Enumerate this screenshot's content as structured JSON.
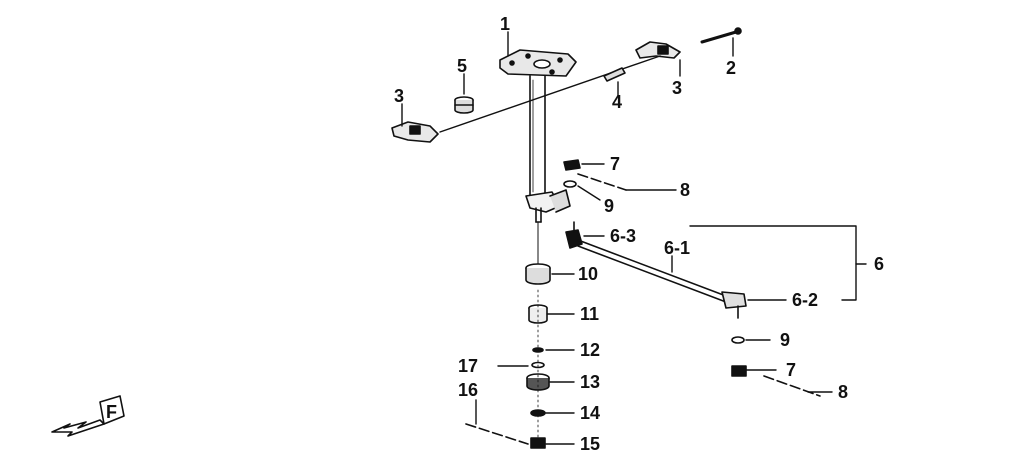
{
  "diagram": {
    "labels": {
      "l1": "1",
      "l2": "2",
      "l3a": "3",
      "l3b": "3",
      "l4": "4",
      "l5": "5",
      "l6": "6",
      "l6_1": "6-1",
      "l6_2": "6-2",
      "l6_3": "6-3",
      "l7a": "7",
      "l7b": "7",
      "l8a": "8",
      "l8b": "8",
      "l9a": "9",
      "l9b": "9",
      "l10": "10",
      "l11": "11",
      "l12": "12",
      "l13": "13",
      "l14": "14",
      "l15": "15",
      "l16": "16",
      "l17": "17"
    },
    "front_indicator": "F"
  }
}
